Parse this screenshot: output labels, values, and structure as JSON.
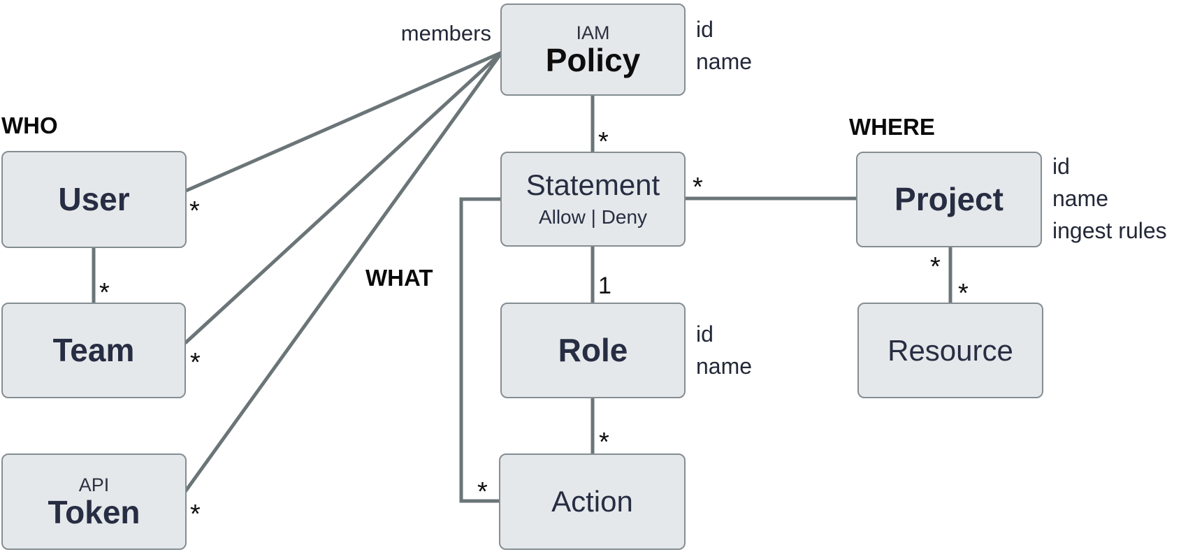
{
  "section_labels": {
    "who": "WHO",
    "what": "WHAT",
    "where": "WHERE"
  },
  "entities": {
    "policy": {
      "prefix": "IAM",
      "name": "Policy"
    },
    "user": {
      "name": "User"
    },
    "team": {
      "name": "Team"
    },
    "token": {
      "prefix": "API",
      "name": "Token"
    },
    "statement": {
      "name": "Statement",
      "subtitle": "Allow | Deny"
    },
    "role": {
      "name": "Role"
    },
    "action": {
      "name": "Action"
    },
    "project": {
      "name": "Project"
    },
    "resource": {
      "name": "Resource"
    }
  },
  "attributes": {
    "policy": [
      "id",
      "name"
    ],
    "role": [
      "id",
      "name"
    ],
    "project": [
      "id",
      "name",
      "ingest rules"
    ]
  },
  "relationship_labels": {
    "members": "members"
  },
  "cardinalities": {
    "policy_user": "*",
    "policy_team": "*",
    "policy_token": "*",
    "user_team": "*",
    "policy_statement": "*",
    "statement_role": "1",
    "role_action": "*",
    "statement_action": "*",
    "statement_project": "*",
    "project_resource_upper": "*",
    "project_resource_lower": "*"
  },
  "colors": {
    "background": "#ffffff",
    "box_fill": "#e5e8ea",
    "box_border": "#848d92",
    "connector": "#6b7578",
    "entity_text": "#272d42",
    "section_label_text": "#0a0a0a"
  }
}
